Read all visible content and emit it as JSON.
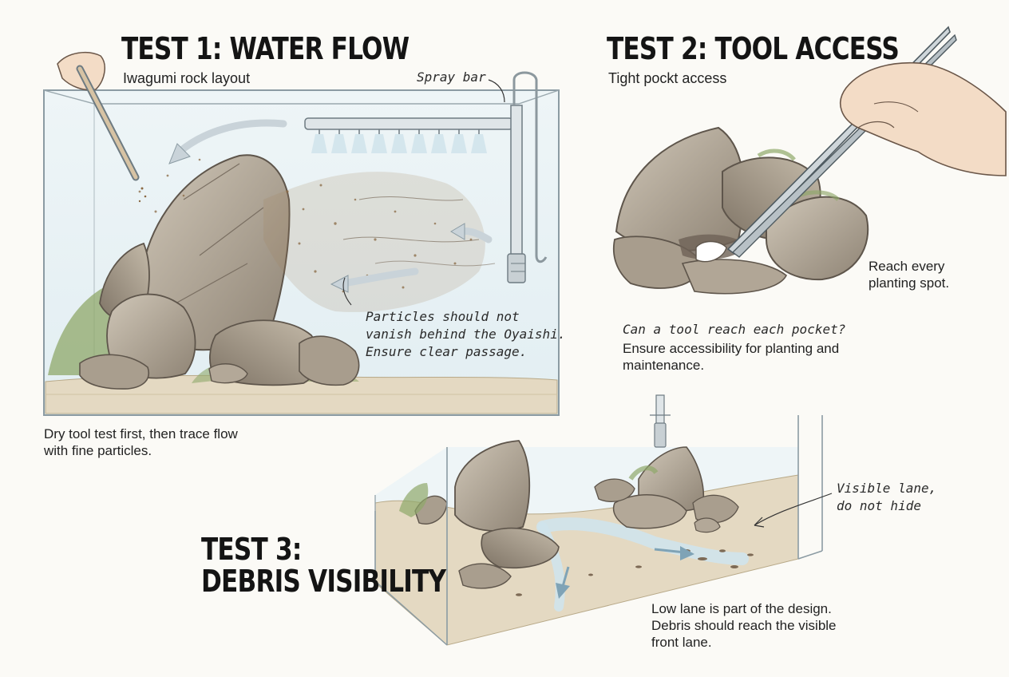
{
  "test1": {
    "title": "TEST 1: WATER FLOW",
    "subtitle": "Iwagumi rock layout",
    "spray_label": "Spray bar",
    "note_lines": [
      "Particles should not",
      "vanish behind the Oyaishi.",
      "Ensure clear passage."
    ],
    "caption_lines": [
      "Dry tool test first, then trace flow",
      "with fine particles."
    ]
  },
  "test2": {
    "title": "TEST 2: TOOL ACCESS",
    "subtitle": "Tight pockt access",
    "side_note_lines": [
      "Reach every",
      "planting spot."
    ],
    "question": "Can a tool reach each pocket?",
    "caption_lines": [
      "Ensure accessibility for planting and",
      "maintenance."
    ]
  },
  "test3": {
    "title_lines": [
      "TEST 3:",
      "DEBRIS VISIBILITY"
    ],
    "lane_note_lines": [
      "Visible lane,",
      "do not hide"
    ],
    "caption_lines": [
      "Low lane is part of the design.",
      "Debris should reach the visible",
      "front lane."
    ]
  },
  "colors": {
    "rock": "#b5aa9a",
    "rock_dark": "#7d7266",
    "moss": "#8fa86a",
    "sand": "#e4d9c2",
    "water": "#e8f1f4",
    "particles": "#a37f56",
    "arrow": "#c9d3d9",
    "glass": "#8b9ba3"
  }
}
